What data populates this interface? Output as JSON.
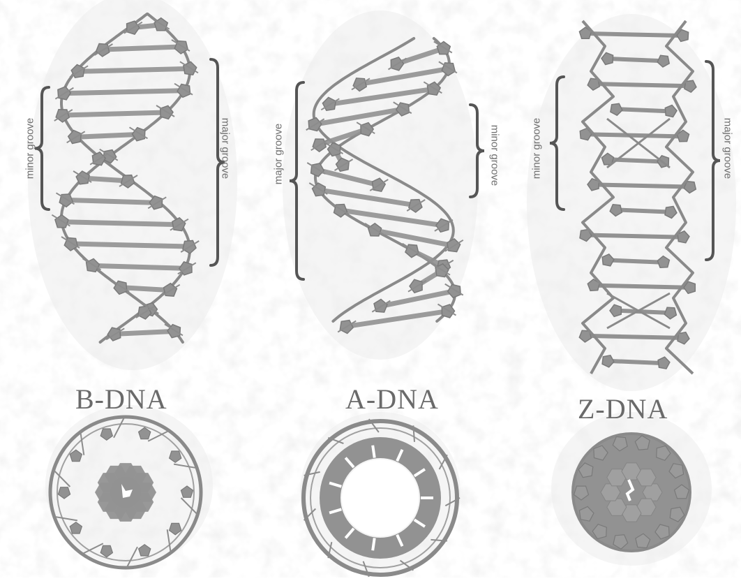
{
  "forms": [
    {
      "title": "B-DNA",
      "grooves": {
        "left": "minor groove",
        "right": "major groove"
      }
    },
    {
      "title": "A-DNA",
      "grooves": {
        "left": "major groove",
        "right": "minor groove"
      }
    },
    {
      "title": "Z-DNA",
      "grooves": {
        "left": "minor groove",
        "right": "major groove"
      }
    }
  ],
  "colors": {
    "structure": "#8a8a8a",
    "base": "#929292",
    "text": "#6a6a6a"
  }
}
